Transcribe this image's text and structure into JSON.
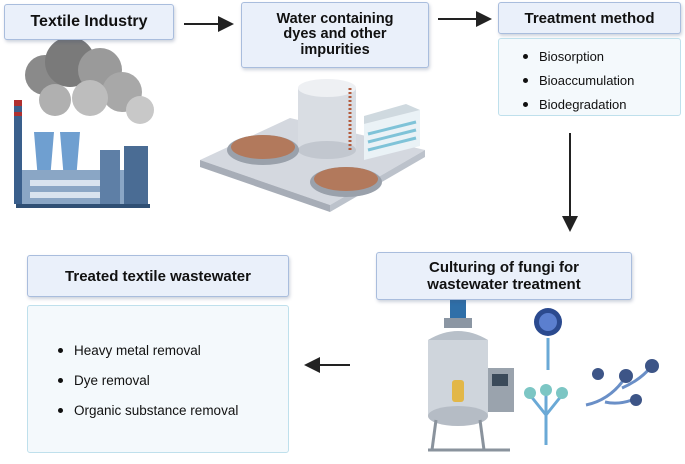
{
  "boxes": {
    "textile_industry": "Textile Industry",
    "water_line1": "Water containing",
    "water_line2": "dyes and other",
    "water_line3": "impurities",
    "treatment_method": "Treatment method",
    "culturing_line1": "Culturing of fungi for",
    "culturing_line2": "wastewater treatment",
    "treated": "Treated textile wastewater"
  },
  "treatment_methods": [
    "Biosorption",
    "Bioaccumulation",
    "Biodegradation"
  ],
  "removal_outcomes": [
    "Heavy metal removal",
    "Dye removal",
    "Organic substance removal"
  ],
  "colors": {
    "box_fill": "#eaf0fa",
    "box_border": "#a9bddd",
    "panel_fill": "#f4f9fc",
    "panel_border": "#bfe0ec",
    "arrow": "#222222"
  },
  "icons": [
    "factory-icon",
    "water-treatment-plant-icon",
    "bioreactor-icon",
    "fungi-icon"
  ]
}
